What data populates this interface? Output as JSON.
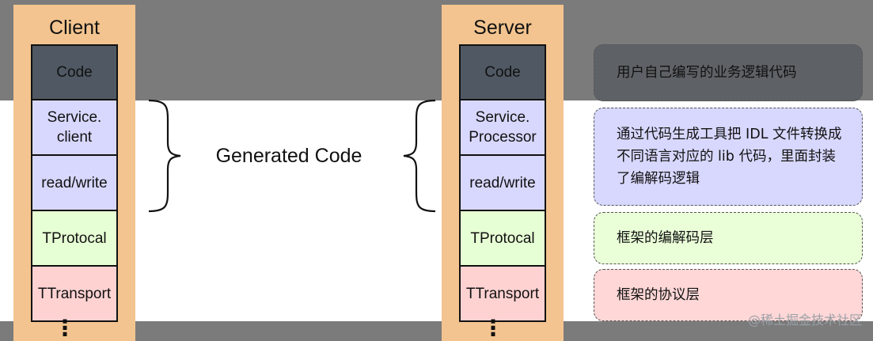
{
  "client": {
    "title": "Client",
    "layers": [
      "Code",
      "Service.\nclient",
      "read/write",
      "TProtocal",
      "TTransport"
    ],
    "more": "⋮"
  },
  "server": {
    "title": "Server",
    "layers": [
      "Code",
      "Service.\nProcessor",
      "read/write",
      "TProtocal",
      "TTransport"
    ],
    "more": "⋮"
  },
  "generated_label": "Generated Code",
  "descriptions": [
    "用户自己编写的业务逻辑代码",
    "通过代码生成工具把 IDL 文件转换成不同语言对应的 lib 代码，里面封装了编解码逻辑",
    "框架的编解码层",
    "框架的协议层"
  ],
  "watermark": "@稀土掘金技术社区",
  "colors": {
    "column": "#f3c48f",
    "code_layer": "#505963",
    "service_layer": "#d8d8ff",
    "protocol_layer": "#e7ffd4",
    "transport_layer": "#ffd2d2"
  }
}
